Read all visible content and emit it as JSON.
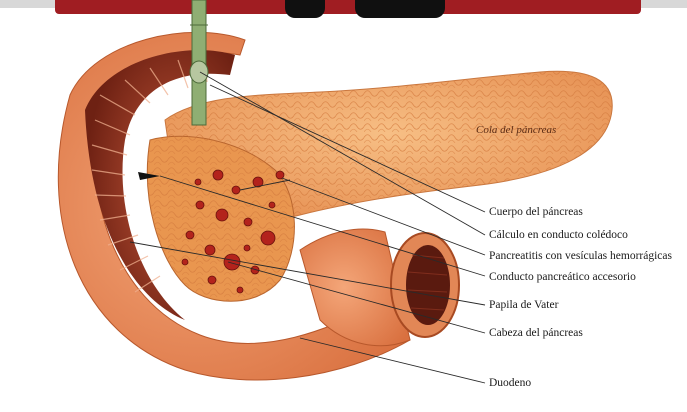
{
  "colors": {
    "banner": "#a01d22",
    "pancreas": "#f2a86a",
    "duodenum": "#e68a5a",
    "mucosa": "#8a2f1c",
    "hemorrhage": "#b3231c",
    "leader": "#2a2a2a"
  },
  "diagram": {
    "region_label": "Cola del páncreas",
    "callouts": [
      {
        "id": "cuerpo",
        "text": "Cuerpo del páncreas"
      },
      {
        "id": "calculo",
        "text": "Cálculo en conducto colédoco"
      },
      {
        "id": "pancreatitis",
        "text": "Pancreatitis con vesículas hemorrágicas"
      },
      {
        "id": "conducto",
        "text": "Conducto pancreático accesorio"
      },
      {
        "id": "papila",
        "text": "Papila de Vater"
      },
      {
        "id": "cabeza",
        "text": "Cabeza del páncreas"
      },
      {
        "id": "duodeno",
        "text": "Duodeno"
      }
    ]
  }
}
